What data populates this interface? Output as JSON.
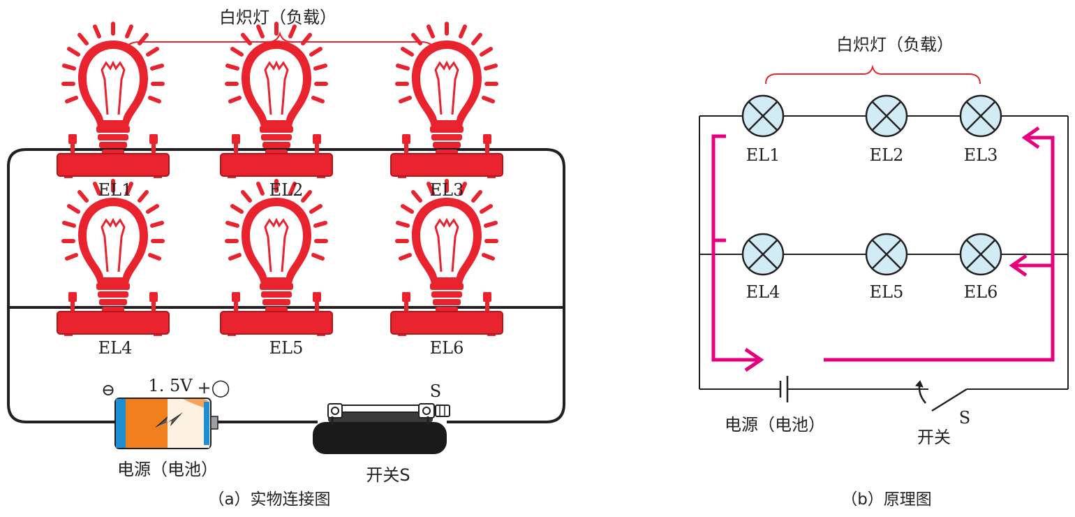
{
  "panel_a": {
    "load_label": "白炽灯（负载）",
    "lamps_top": [
      "EL1",
      "EL2",
      "EL3"
    ],
    "lamps_bottom": [
      "EL4",
      "EL5",
      "EL6"
    ],
    "battery_minus": "⊖",
    "battery_voltage": "1. 5V",
    "battery_plus": "+◯",
    "switch_mark": "S",
    "battery_label": "电源（电池）",
    "switch_label": "开关S",
    "caption": "（a）实物连接图"
  },
  "panel_b": {
    "load_label": "白炽灯（负载）",
    "lamps_top": [
      "EL1",
      "EL2",
      "EL3"
    ],
    "lamps_bottom": [
      "EL4",
      "EL5",
      "EL6"
    ],
    "battery_label": "电源（电池）",
    "switch_label": "开关",
    "switch_mark": "S",
    "caption": "（b）原理图"
  },
  "colors": {
    "lamp_red": "#e8232d",
    "wire": "#231f20",
    "current_arrow": "#e6007e",
    "lamp_fill": "#d2ecf5",
    "battery_orange": "#f07f1e",
    "battery_blue": "#1e8fd0",
    "switch_black": "#1a1a1a"
  }
}
